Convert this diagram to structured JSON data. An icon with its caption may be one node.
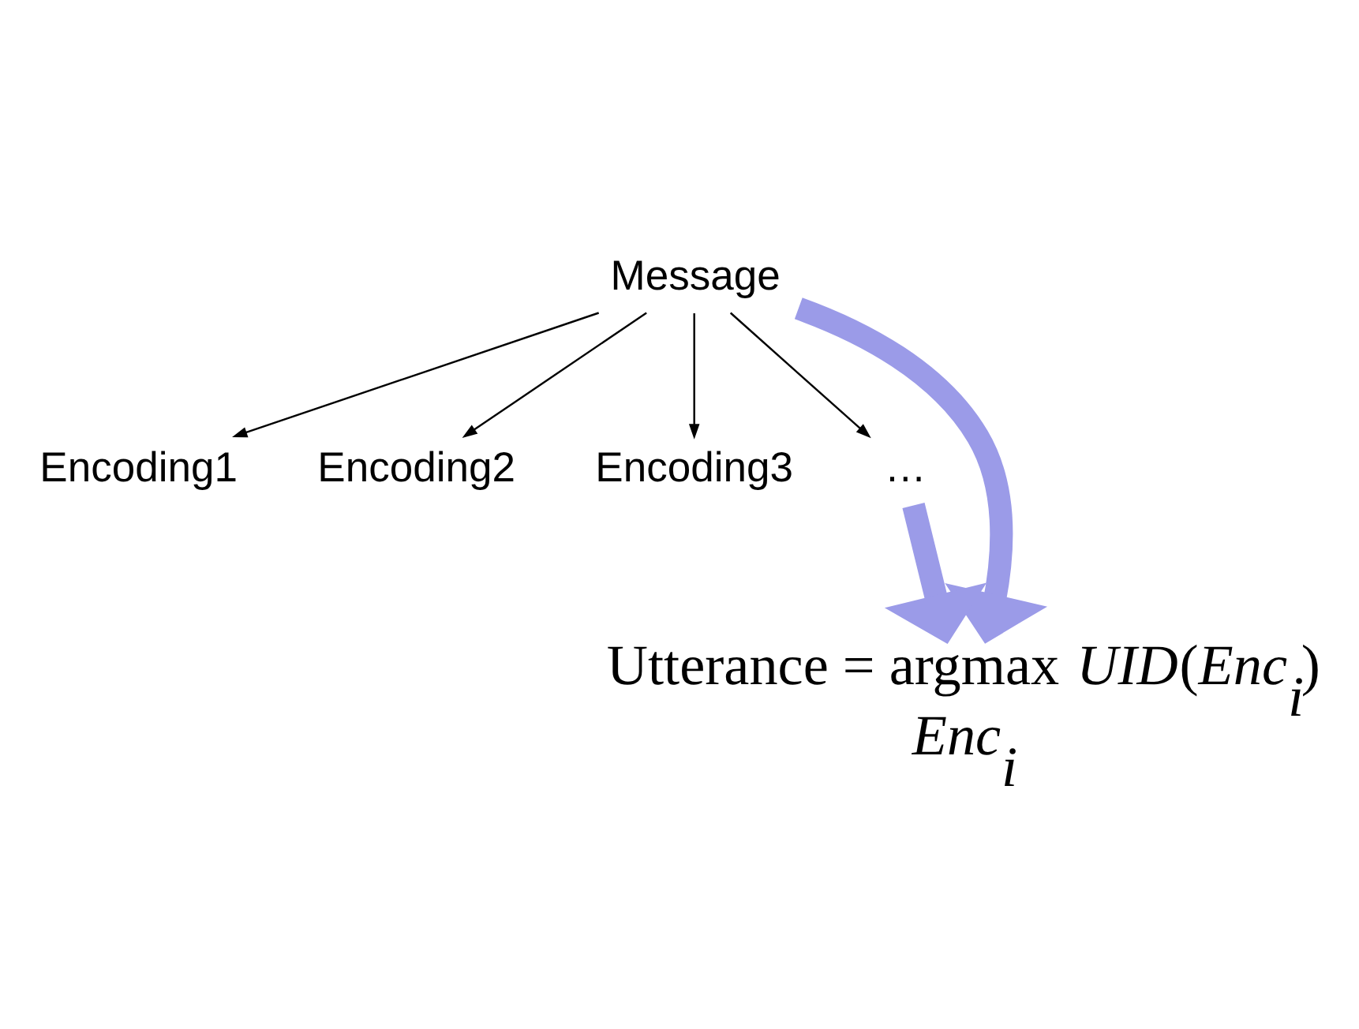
{
  "diagram": {
    "nodes": [
      {
        "text": [
          "Message"
        ]
      },
      {
        "text": [
          "Encoding1"
        ]
      },
      {
        "text": [
          "Encoding2"
        ]
      },
      {
        "text": [
          "Encoding3"
        ]
      },
      {
        "text": [
          "…"
        ]
      },
      {
        "text": [
          "Utterance = argmax *UID*(*Enc$_{i}$*)",
          "*Enc$_{i}$*"
        ]
      }
    ],
    "edges": [
      {
        "from": 0,
        "to": 1,
        "arrow": "to"
      },
      {
        "from": 0,
        "to": 2,
        "arrow": "to"
      },
      {
        "from": 0,
        "to": 3,
        "arrow": "to"
      },
      {
        "from": 0,
        "to": 4,
        "arrow": "to"
      },
      {
        "from": 0,
        "to": 5,
        "arrow": "to",
        "style": "thick",
        "color": "#9b9be8"
      },
      {
        "from": 4,
        "to": 5,
        "arrow": "to",
        "style": "thick",
        "color": "#9b9be8"
      }
    ]
  }
}
